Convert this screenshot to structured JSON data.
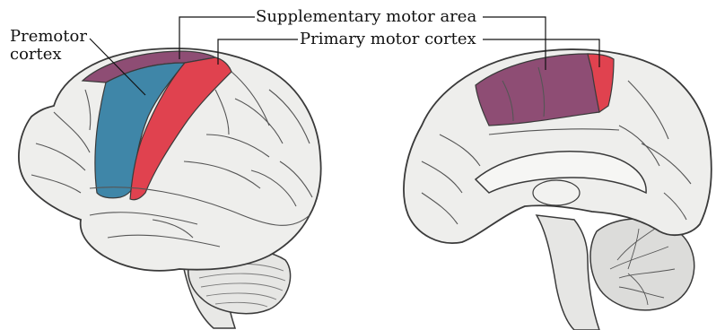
{
  "labels": {
    "supplementary_motor_area": "Supplementary motor area",
    "primary_motor_cortex": "Primary motor cortex",
    "premotor_line1": "Premotor",
    "premotor_line2": "cortex"
  },
  "colors": {
    "premotor": "#3f86a8",
    "primary_motor": "#e0424f",
    "supplementary_motor": "#8e4d74",
    "brain_fill": "#eeeeec",
    "outline": "#3a3a3a"
  }
}
